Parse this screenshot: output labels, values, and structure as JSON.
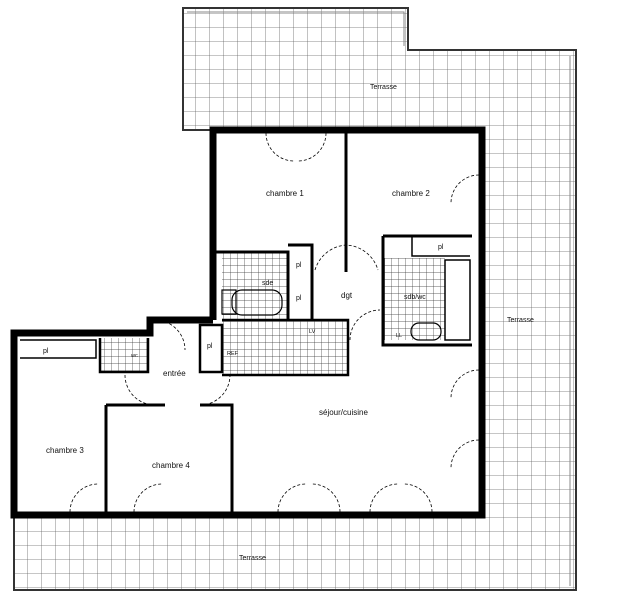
{
  "terraces": [
    "Terrasse",
    "Terrasse",
    "Terrasse"
  ],
  "rooms": {
    "chambre1": "chambre 1",
    "chambre2": "chambre 2",
    "chambre3": "chambre 3",
    "chambre4": "chambre 4",
    "sde": "sde",
    "dgt": "dgt",
    "sdb_wc": "sdb/wc",
    "sejour": "séjour/cuisine",
    "entree": "entrée",
    "wc": "wc"
  },
  "fixtures": {
    "pl": "pl",
    "lv": "LV",
    "ll": "LL",
    "ref": "REF"
  },
  "colors": {
    "wall": "#000000",
    "grid": "#555555"
  }
}
